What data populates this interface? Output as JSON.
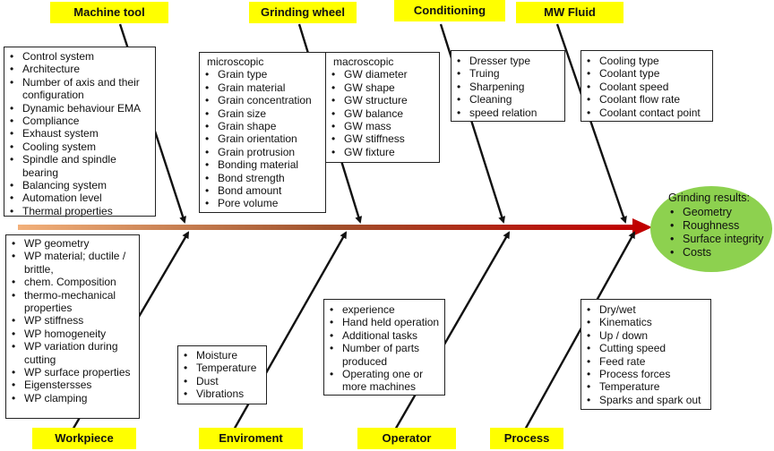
{
  "headers": {
    "machine_tool": "Machine tool",
    "grinding_wheel": "Grinding wheel",
    "conditioning": "Conditioning",
    "mw_fluid": "MW Fluid",
    "workpiece": "Workpiece",
    "enviroment": "Enviroment",
    "operator": "Operator",
    "process": "Process"
  },
  "machine_tool_items": [
    "Control system",
    "Architecture",
    "Number of axis and their configuration",
    "Dynamic behaviour EMA",
    "Compliance",
    "Exhaust system",
    "Cooling system",
    "Spindle and spindle bearing",
    "Balancing system",
    "Automation level",
    "Thermal properties"
  ],
  "grinding_wheel": {
    "micro_title": "microscopic",
    "micro_items": [
      "Grain type",
      "Grain material",
      "Grain concentration",
      "Grain size",
      "Grain shape",
      "Grain orientation",
      "Grain protrusion",
      "Bonding material",
      "Bond strength",
      "Bond amount",
      "Pore volume"
    ],
    "macro_title": "macroscopic",
    "macro_items": [
      "GW diameter",
      "GW shape",
      "GW structure",
      "GW balance",
      "GW mass",
      "GW stiffness",
      "GW fixture"
    ]
  },
  "conditioning_items": [
    "Dresser type",
    "Truing",
    "Sharpening",
    "Cleaning",
    " speed relation"
  ],
  "mw_fluid_items": [
    "Cooling type",
    "Coolant type",
    "Coolant speed",
    "Coolant flow rate",
    "Coolant contact point"
  ],
  "workpiece_items": [
    "WP geometry",
    "WP material; ductile / brittle,",
    "chem. Composition",
    " thermo-mechanical properties",
    "WP stiffness",
    "WP homogeneity",
    "WP variation during cutting",
    "WP surface properties",
    "Eigenstersses",
    "WP clamping"
  ],
  "enviroment_items": [
    "Moisture",
    "Temperature",
    "Dust",
    "Vibrations"
  ],
  "operator_items": [
    "experience",
    "Hand held operation",
    "Additional tasks",
    "Number of parts produced",
    "Operating one or more machines"
  ],
  "process_items": [
    "Dry/wet",
    "Kinematics",
    "Up / down",
    "Cutting speed",
    "Feed rate",
    "Process forces",
    "Temperature",
    "Sparks and spark out"
  ],
  "result": {
    "title": "Grinding results:",
    "items": [
      "Geometry",
      "Roughness",
      "Surface integrity",
      "Costs"
    ]
  },
  "colors": {
    "header_bg": "#ffff00",
    "arrow_start": "#f2b07a",
    "arrow_end": "#c00000",
    "result_bg": "#8dd14f"
  }
}
